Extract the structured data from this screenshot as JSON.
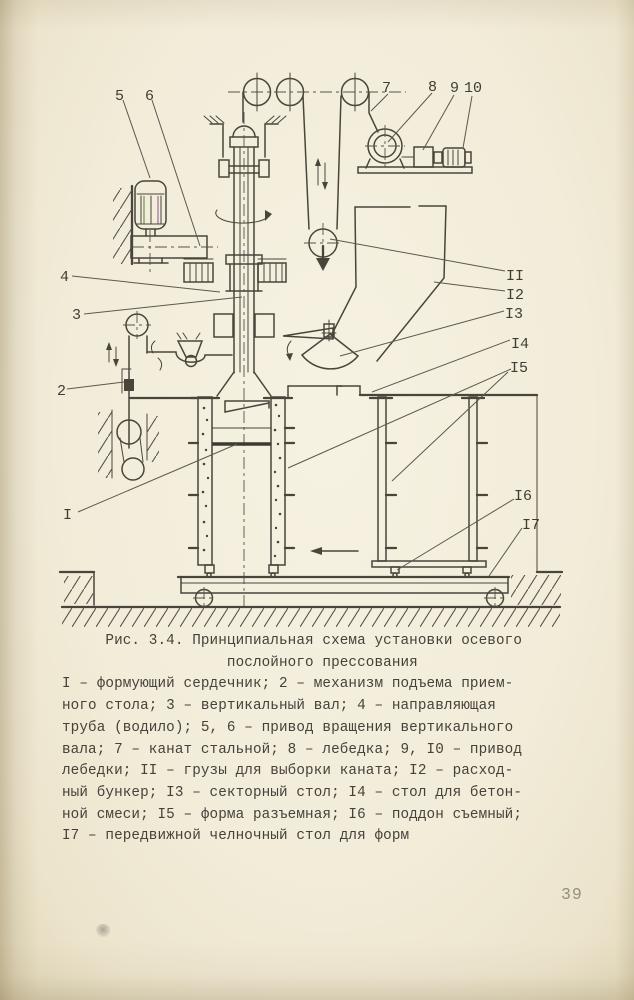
{
  "page": {
    "number": "39"
  },
  "figure": {
    "caption_lines": [
      "     Рис. 3.4. Принципиальная схема установки осевого",
      "                   послойного прессования",
      "I – формующий сердечник; 2 – механизм подъема прием-",
      "ного стола; 3 – вертикальный вал; 4 – направляющая",
      "труба (водило); 5, 6 – привод вращения вертикального",
      "вала; 7 – канат стальной; 8 – лебедка; 9, I0 – привод",
      "лебедки; II – грузы для выборки каната; I2 – расход-",
      "ный бункер; I3 – секторный стол; I4 – стол для бетон-",
      "ной смеси; I5 – форма разъемная; I6 – поддон съемный;",
      "I7 – передвижной челночный стол для форм"
    ],
    "part_labels": [
      {
        "text": "5"
      },
      {
        "text": "6"
      },
      {
        "text": "7"
      },
      {
        "text": "8"
      },
      {
        "text": "9"
      },
      {
        "text": "10"
      },
      {
        "text": "4"
      },
      {
        "text": "3"
      },
      {
        "text": "2"
      },
      {
        "text": "I"
      },
      {
        "text": "II"
      },
      {
        "text": "I2"
      },
      {
        "text": "I3"
      },
      {
        "text": "I4"
      },
      {
        "text": "I5"
      },
      {
        "text": "I6"
      },
      {
        "text": "I7"
      }
    ],
    "ink_color": "#49453b",
    "paper_color": "#f2ecd9"
  }
}
